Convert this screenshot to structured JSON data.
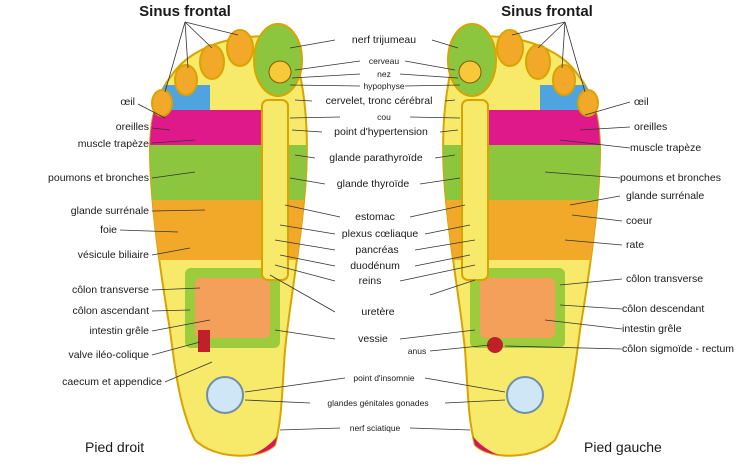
{
  "titles": {
    "sinus_left": "Sinus frontal",
    "sinus_right": "Sinus frontal",
    "foot_right": "Pied droit",
    "foot_left": "Pied gauche"
  },
  "left_labels": [
    "œil",
    "oreilles",
    "muscle trapèze",
    "poumons et bronches",
    "glande surrénale",
    "foie",
    "vésicule biliaire",
    "côlon transverse",
    "côlon ascendant",
    "intestin grêle",
    "valve iléo-colique",
    "caecum et appendice"
  ],
  "center_labels": [
    "nerf trijumeau",
    "cerveau",
    "nez",
    "hypophyse",
    "cervelet, tronc cérébral",
    "cou",
    "point d'hypertension",
    "glande parathyroïde",
    "glande thyroïde",
    "estomac",
    "plexus cœliaque",
    "pancréas",
    "duodénum",
    "reins",
    "uretère",
    "vessie",
    "anus",
    "point d'insomnie",
    "glandes génitales gonades",
    "nerf sciatique"
  ],
  "right_labels": [
    "œil",
    "oreilles",
    "muscle trapèze",
    "poumons et bronches",
    "glande surrénale",
    "coeur",
    "rate",
    "côlon transverse",
    "côlon descendant",
    "intestin grêle",
    "côlon sigmoïde - rectum"
  ]
}
